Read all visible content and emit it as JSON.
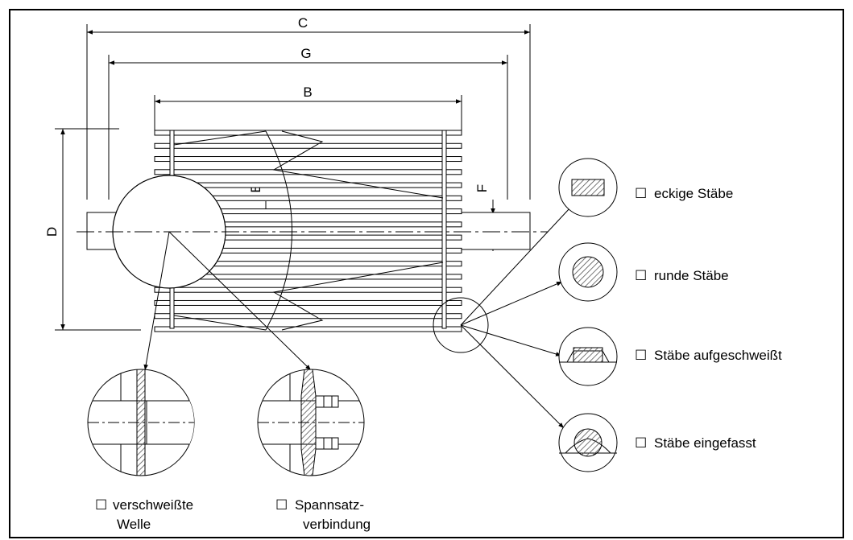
{
  "dimensions": {
    "c": "C",
    "g": "G",
    "b": "B",
    "d": "D",
    "e": "E",
    "f": "F"
  },
  "bar_options": [
    {
      "checkbox": "☐",
      "label": "eckige Stäbe"
    },
    {
      "checkbox": "☐",
      "label": "runde Stäbe"
    },
    {
      "checkbox": "☐",
      "label": "Stäbe aufgeschweißt"
    },
    {
      "checkbox": "☐",
      "label": "Stäbe eingefasst"
    }
  ],
  "shaft_options": [
    {
      "checkbox": "☐",
      "line1": "verschweißte",
      "line2": "Welle"
    },
    {
      "checkbox": "☐",
      "line1": "Spannsatz-",
      "line2": "verbindung"
    }
  ],
  "colors": {
    "line": "#000000",
    "background": "#ffffff",
    "hatch": "#555555"
  }
}
